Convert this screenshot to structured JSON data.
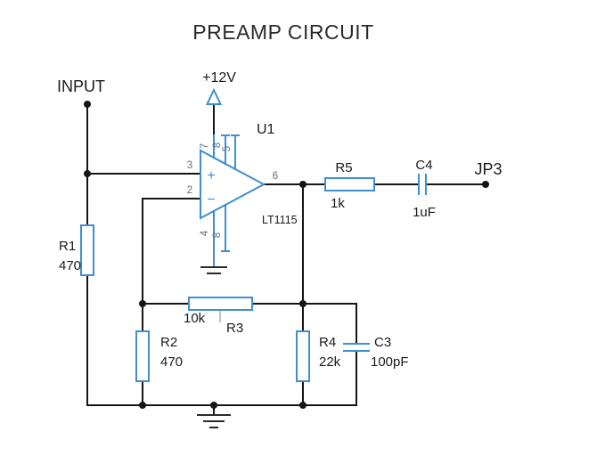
{
  "title": "PREAMP CIRCUIT",
  "nets": {
    "input": "INPUT",
    "vcc": "+12V",
    "jp3": "JP3"
  },
  "opamp": {
    "ref": "U1",
    "part": "LT1115",
    "plus_sign": "+",
    "minus_sign": "−",
    "pin_noninv": "3",
    "pin_inv": "2",
    "pin_out": "6",
    "pin_vplus": "7",
    "pin_comp_a": "8",
    "pin_comp_b": "5",
    "pin_vminus": "4",
    "pin_comp_c": "8"
  },
  "components": {
    "r1": {
      "ref": "R1",
      "value": "470"
    },
    "r2": {
      "ref": "R2",
      "value": "470"
    },
    "r3": {
      "ref": "R3",
      "value": "10k"
    },
    "r4": {
      "ref": "R4",
      "value": "22k"
    },
    "r5": {
      "ref": "R5",
      "value": "1k"
    },
    "c3": {
      "ref": "C3",
      "value": "100pF"
    },
    "c4": {
      "ref": "C4",
      "value": "1uF"
    }
  },
  "colors": {
    "wire": "#151515",
    "component": "#3e8fd0",
    "label": "#1b1b1b",
    "pin_number": "#5f6f7d",
    "background": "#ffffff"
  }
}
